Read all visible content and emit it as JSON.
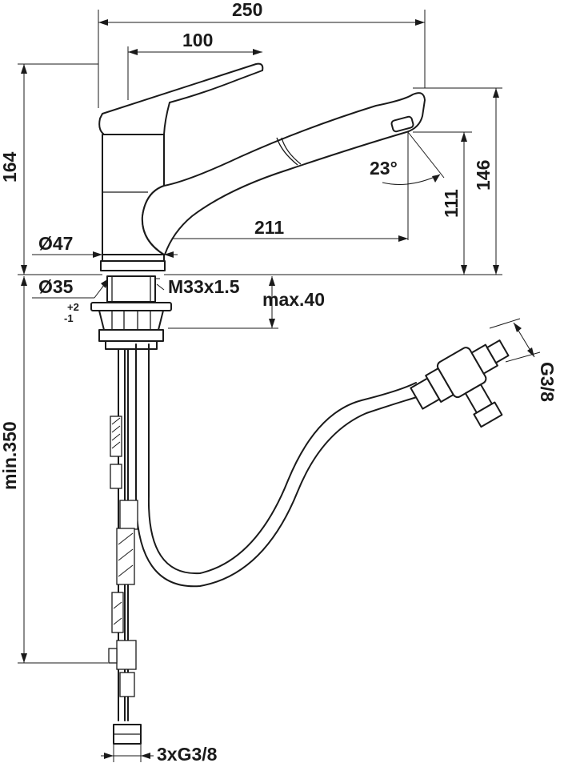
{
  "dimensions": {
    "overall_length": "250",
    "lever_length": "100",
    "total_height": "164",
    "outlet_height": "146",
    "spout_clearance": "111",
    "spray_angle": "23°",
    "spout_reach": "211",
    "body_diameter": "Ø47",
    "hole_diameter": "Ø35",
    "hole_tolerance_upper": "+2",
    "hole_tolerance_lower": "-1",
    "thread": "M33x1.5",
    "deck_thickness": "max.40",
    "hose_length": "min.350",
    "connection_outlet": "G3/8",
    "supply_connections": "3xG3/8"
  },
  "colors": {
    "line": "#1a1a1a",
    "background": "#ffffff"
  }
}
